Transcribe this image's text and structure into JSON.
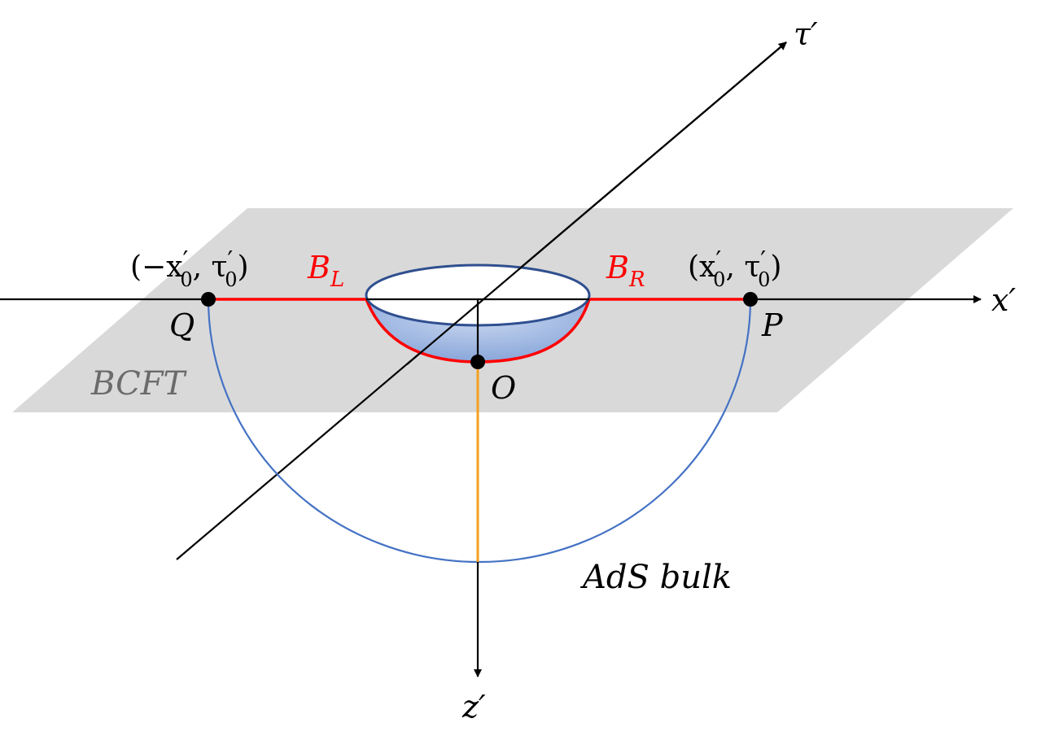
{
  "colors": {
    "plane": "#d9d9d9",
    "axis": "#000000",
    "red": "#ff0000",
    "bulk_arc": "#4472c4",
    "bowl_edge": "#2f4f8f",
    "bowl_fill": "#8eaadb",
    "orange": "#f4a020",
    "bcft_text": "#6b6b6b"
  },
  "labels": {
    "tau_axis": "τ′",
    "x_axis": "x′",
    "z_axis": "z′",
    "point_q_coords": "(−x′0, τ′0)",
    "point_q_coords_parts": {
      "open": "(−x",
      "prime1": "′",
      "sub1": "0",
      "mid": ", τ",
      "prime2": "′",
      "sub2": "0",
      "close": ")"
    },
    "point_p_coords": "(x′0, τ′0)",
    "point_p_coords_parts": {
      "open": "(x",
      "prime1": "′",
      "sub1": "0",
      "mid": ", τ",
      "prime2": "′",
      "sub2": "0",
      "close": ")"
    },
    "b_left": "BL",
    "b_left_parts": {
      "main": "B",
      "sub": "L"
    },
    "b_right": "BR",
    "b_right_parts": {
      "main": "B",
      "sub": "R"
    },
    "q": "Q",
    "p": "P",
    "o": "O",
    "bcft": "BCFT",
    "ads_bulk": "AdS bulk"
  }
}
